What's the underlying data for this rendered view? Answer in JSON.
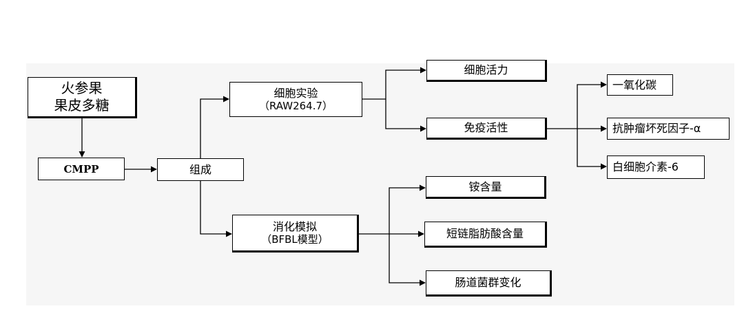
{
  "diagram": {
    "root": {
      "line1": "火参果",
      "line2": "果皮多糖"
    },
    "cmpp": "CMPP",
    "composition": "组成",
    "cell_experiment": {
      "line1": "细胞实验",
      "line2": "（RAW264.7）"
    },
    "digestion_model": {
      "line1": "消化模拟",
      "line2": "（BFBL模型）"
    },
    "cell_viability": "细胞活力",
    "immune_activity": "免疫活性",
    "nitric_oxide": "一氧化碳",
    "tnf_alpha": "抗肿瘤坏死因子-α",
    "interleukin_6": "白细胞介素-6",
    "ammonium_content": "铵含量",
    "scfa_content": "短链脂肪酸含量",
    "gut_flora_change": "肠道菌群变化"
  },
  "colors": {
    "line": "#000000",
    "background": "#f6f6f6",
    "node_fill": "#ffffff"
  }
}
